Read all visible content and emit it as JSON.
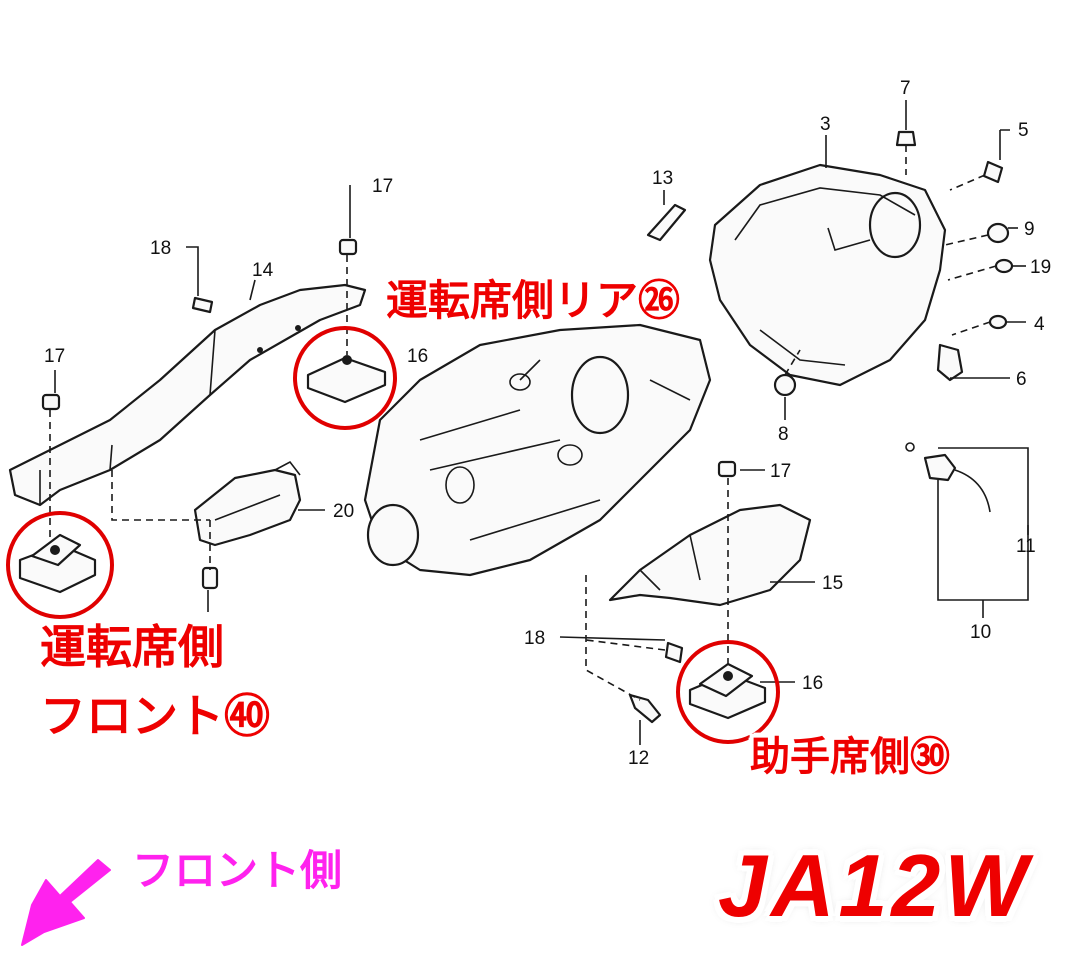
{
  "callouts": {
    "driver_rear": "運転席側リア㉖",
    "driver_front_line1": "運転席側",
    "driver_front_line2": "フロント㊵",
    "passenger": "助手席側㉚",
    "front_side": "フロント側"
  },
  "model": "JA12W",
  "part_numbers": [
    "3",
    "4",
    "5",
    "6",
    "7",
    "8",
    "9",
    "10",
    "11",
    "12",
    "13",
    "14",
    "15",
    "16",
    "17",
    "18",
    "19",
    "20"
  ],
  "colors": {
    "highlight": "#e00000",
    "callout_text": "#ee0000",
    "front_direction": "#ff22ee",
    "line_art": "#1a1a1a"
  },
  "icons": {
    "front_direction": "arrow-down-left-icon"
  }
}
